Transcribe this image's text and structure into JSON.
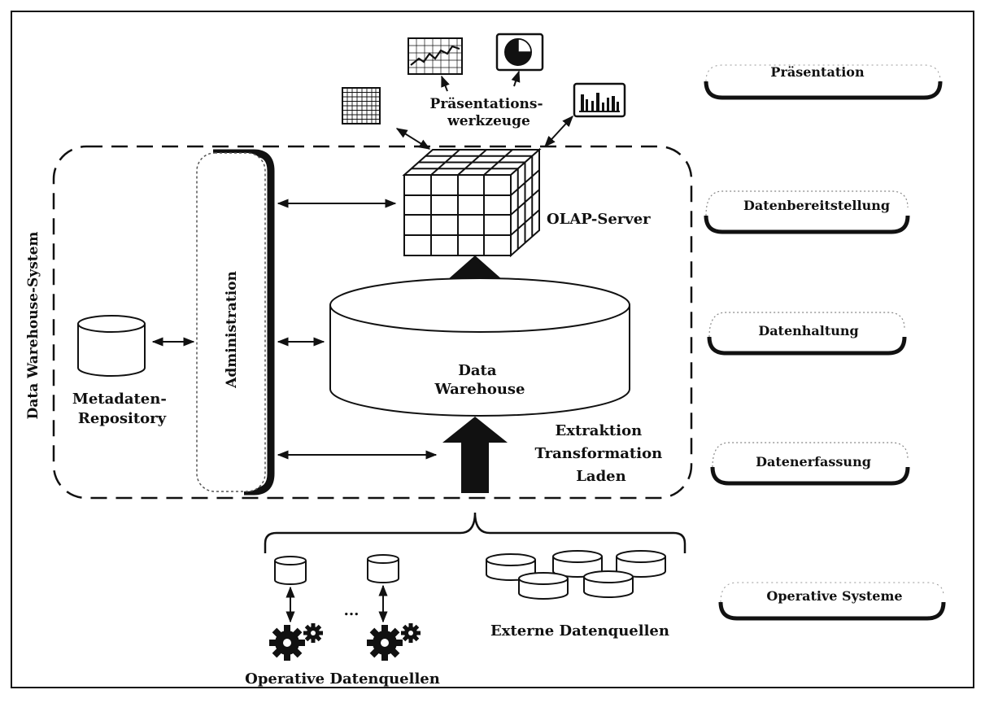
{
  "presentation_tools_label": [
    "Präsentations-",
    "werkzeuge"
  ],
  "olap_server_label": "OLAP-Server",
  "data_warehouse_label": [
    "Data",
    "Warehouse"
  ],
  "administration_label": "Administration",
  "metadata_repository_label": [
    "Metadaten-",
    "Repository"
  ],
  "etl_label": [
    "Extraktion",
    "Transformation",
    "Laden"
  ],
  "system_label": "Data Warehouse-System",
  "ellipsis": "...",
  "external_sources_label": "Externe Datenquellen",
  "operative_sources_label": "Operative Datenquellen",
  "layers": [
    "Präsentation",
    "Datenbereitstellung",
    "Datenhaltung",
    "Datenerfassung",
    "Operative Systeme"
  ],
  "icons": [
    "line-chart-icon",
    "pie-chart-icon",
    "grid-table-icon",
    "bar-chart-icon",
    "olap-cube-icon",
    "database-cylinder-icon",
    "gear-icon"
  ]
}
